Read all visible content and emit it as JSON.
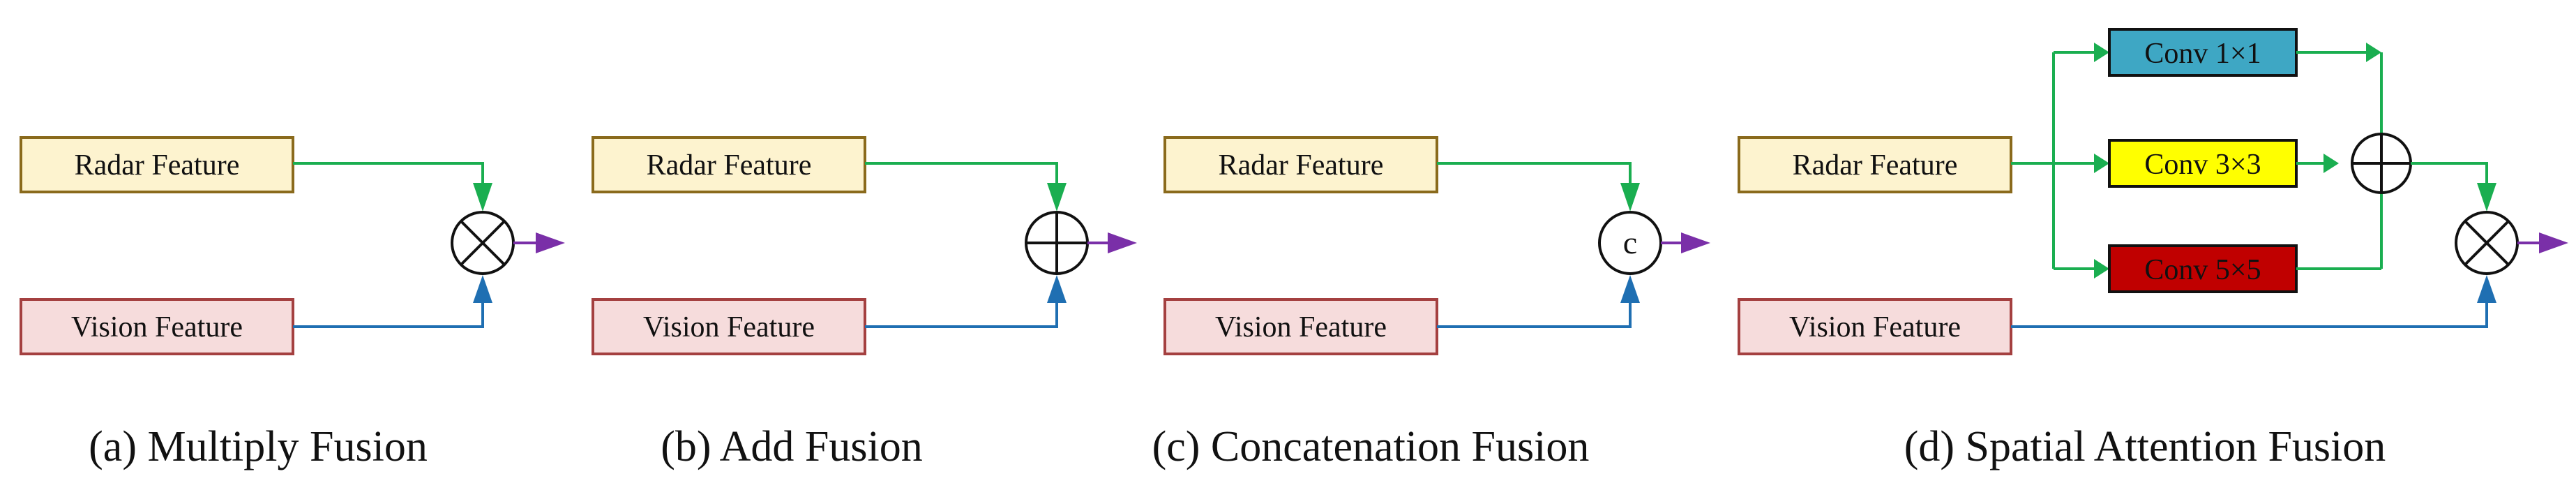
{
  "colors": {
    "radar_fill": "#fdf3cf",
    "radar_stroke": "#8a6a1c",
    "vision_fill": "#f6dcdc",
    "vision_stroke": "#a44040",
    "radar_line": "#1aae50",
    "vision_line": "#1f6fb2",
    "output_arrow": "#7a2fa8",
    "conv1_fill": "#3ea7c4",
    "conv3_fill": "#ffff00",
    "conv5_fill": "#c00000"
  },
  "panels": [
    {
      "radar_label": "Radar Feature",
      "vision_label": "Vision Feature",
      "operator": "multiply-icon",
      "caption": "(a) Multiply Fusion"
    },
    {
      "radar_label": "Radar Feature",
      "vision_label": "Vision Feature",
      "operator": "add-icon",
      "caption": "(b) Add Fusion"
    },
    {
      "radar_label": "Radar Feature",
      "vision_label": "Vision Feature",
      "operator": "concat-icon",
      "operator_text": "c",
      "caption": "(c) Concatenation Fusion"
    },
    {
      "radar_label": "Radar Feature",
      "vision_label": "Vision Feature",
      "operator": "multiply-icon",
      "caption": "(d) Spatial Attention Fusion",
      "convs": [
        "Conv 1×1",
        "Conv 3×3",
        "Conv 5×5"
      ],
      "conv_sum_operator": "add-icon"
    }
  ]
}
